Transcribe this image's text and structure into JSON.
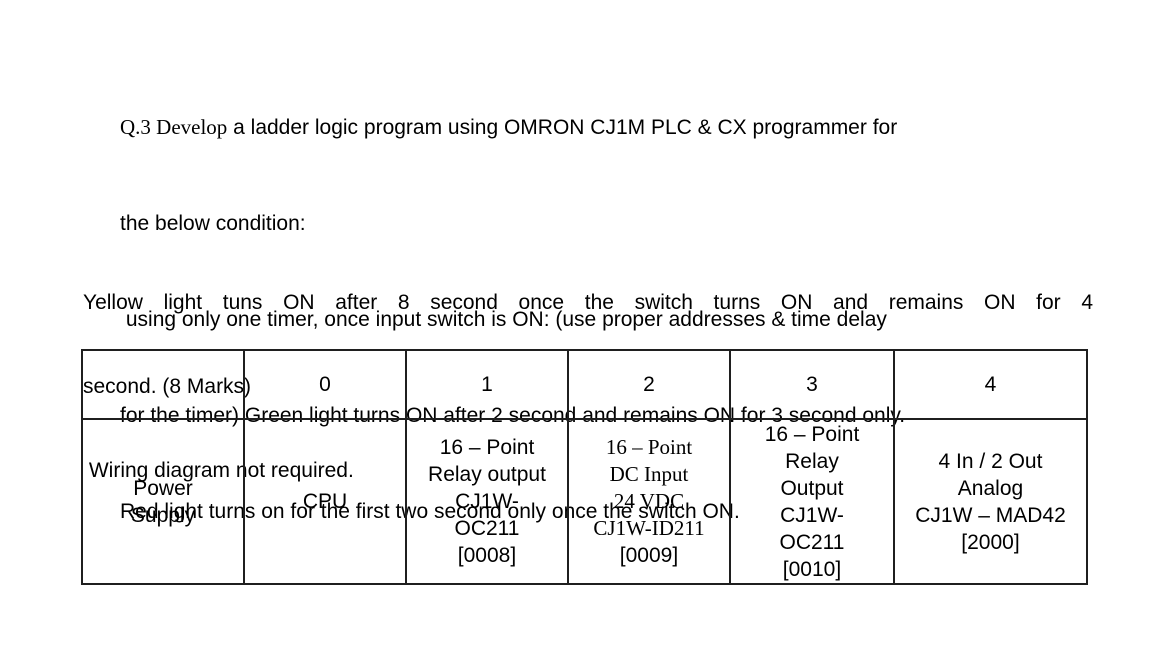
{
  "colors": {
    "background": "#ffffff",
    "text": "#000000",
    "table_border": "#1f1f1f"
  },
  "question": {
    "serif_lead": "Q.3 Develop",
    "line1_rest": " a ladder logic program using OMRON CJ1M PLC & CX programmer for",
    "lines": [
      "the below condition:",
      " using only one timer, once input switch is ON: (use proper addresses & time delay",
      "for the timer) Green light turns ON after 2 second and remains ON for 3 second only.",
      "Red light turns on for the first two second only once the switch ON."
    ]
  },
  "note": {
    "justified_line": "Yellow light tuns ON after 8 second once the switch turns ON and remains ON for 4",
    "lines": [
      "second. (8 Marks)",
      " Wiring diagram not required."
    ]
  },
  "rack_table": {
    "header_cells": [
      "",
      "0",
      "1",
      "2",
      "3",
      "4"
    ],
    "data_cells": [
      "Power\nSupply",
      "CPU",
      "16 – Point\nRelay output\nCJ1W-\nOC211\n[0008]",
      "16 – Point\nRelay\nOutput\nCJ1W-\nOC211\n[0010]",
      "4 In / 2 Out\nAnalog\nCJ1W – MAD42\n[2000]"
    ],
    "serif_cell": {
      "serif_part": "16 – Point\nDC Input\n24 VDC\nCJ1W-ID211",
      "sans_tail": "[0009]"
    }
  }
}
